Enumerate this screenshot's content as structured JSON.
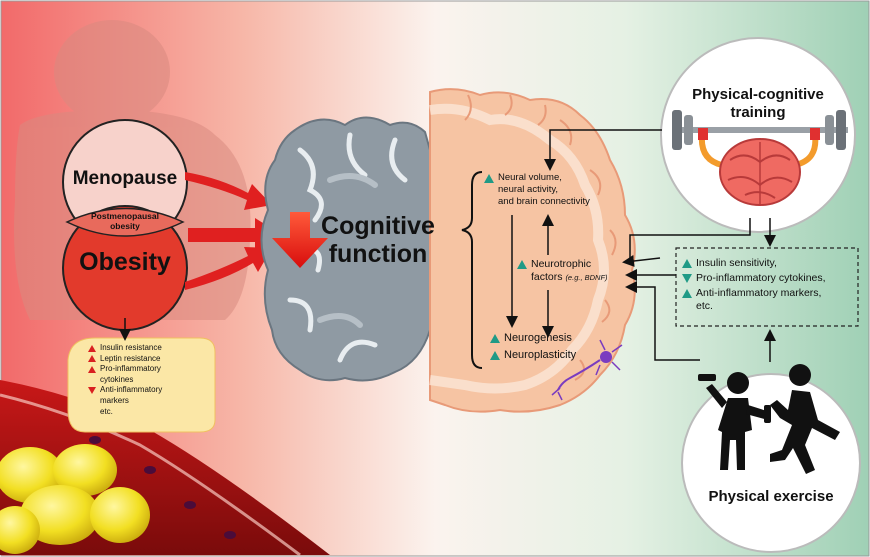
{
  "left": {
    "menopause": "Menopause",
    "postmenopausal_obesity": "Postmenopausal obesity",
    "obesity": "Obesity",
    "risk_factors": [
      {
        "text": "Insulin resistance",
        "dir": "up"
      },
      {
        "text": "Leptin resistance",
        "dir": "up"
      },
      {
        "text": "Pro-inflammatory",
        "dir": "up"
      },
      {
        "text": "cytokines",
        "dir": "none"
      },
      {
        "text": "Anti-inflammatory",
        "dir": "down"
      },
      {
        "text": "markers",
        "dir": "none"
      },
      {
        "text": "etc.",
        "dir": "none"
      }
    ]
  },
  "center": {
    "title_line1": "Cognitive",
    "title_line2": "function"
  },
  "brain": {
    "neural_line1": "Neural volume,",
    "neural_line2": "neural activity,",
    "neural_line3": "and brain connectivity",
    "neurotrophic_line1": "Neurotrophic",
    "neurotrophic_line2": "factors",
    "neurotrophic_example": "(e.g., BDNF)",
    "neurogenesis": "Neurogenesis",
    "neuroplasticity": "Neuroplasticity"
  },
  "right": {
    "training_line1": "Physical-cognitive",
    "training_line2": "training",
    "markers": [
      {
        "text": "Insulin sensitivity,",
        "dir": "up"
      },
      {
        "text": "Pro-inflammatory cytokines,",
        "dir": "down"
      },
      {
        "text": "Anti-inflammatory markers,",
        "dir": "up"
      },
      {
        "text": "etc.",
        "dir": "none"
      }
    ],
    "exercise": "Physical exercise"
  },
  "colors": {
    "red_arrow": "#e02020",
    "teal_arrow": "#1f9a86",
    "yellow_box": "#fbe7a6",
    "brain_tissue": "#f7c9a8",
    "gray_brain": "#9aa4ad"
  }
}
